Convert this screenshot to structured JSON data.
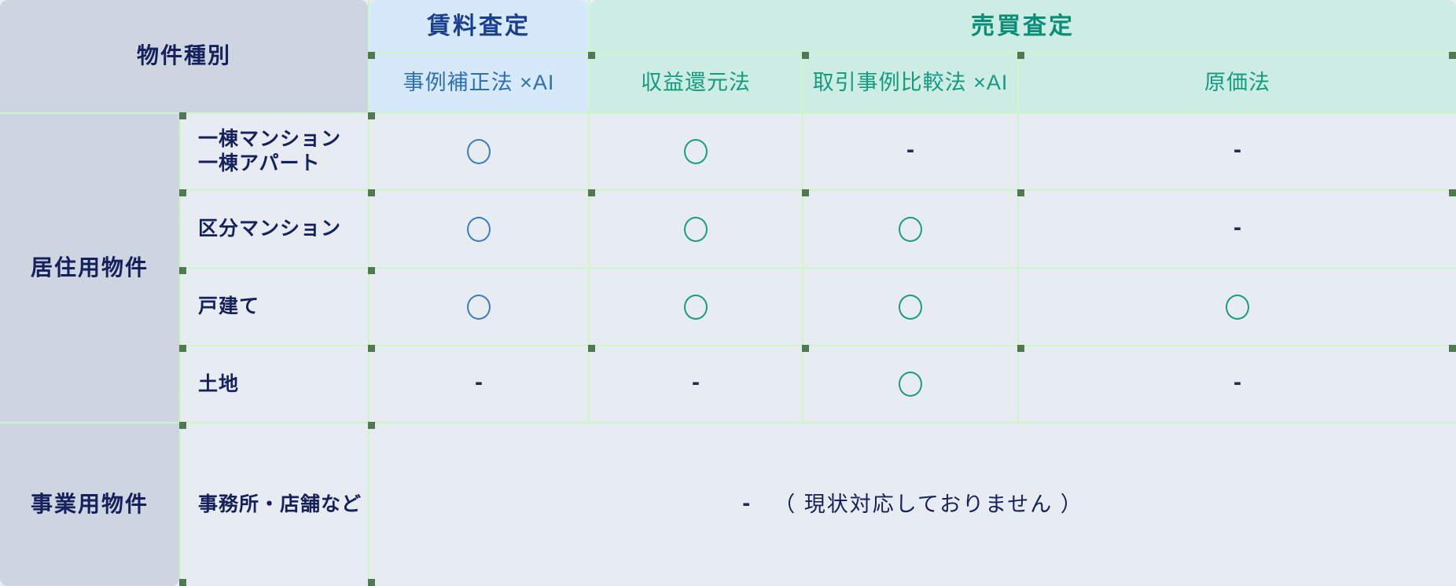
{
  "colors": {
    "page_bg": "#eaeff5",
    "group_header_gray": "#ccd5e0",
    "rent_blue_bg": "#d5e9fb",
    "sale_teal_bg": "#cdece4",
    "data_bg": "#e7ecf3",
    "grid_green": "#cdf7c2",
    "corner_dot": "#4f7a50",
    "navy_text": "#16205c",
    "rent_title": "#1a3f8f",
    "sale_title": "#0b8e78",
    "rent_sub": "#2f6fb5",
    "sale_sub": "#139b7f",
    "circle_blue": "#3a7ec0",
    "circle_teal": "#1a9d7c"
  },
  "header": {
    "corner_label": "物件種別",
    "groups": [
      {
        "label": "賃料査定",
        "span": 1,
        "theme": "rent"
      },
      {
        "label": "売買査定",
        "span": 3,
        "theme": "sale"
      }
    ],
    "methods": [
      {
        "label": "事例補正法 ×AI",
        "theme": "rent"
      },
      {
        "label": "収益還元法",
        "theme": "sale"
      },
      {
        "label": "取引事例比較法 ×AI",
        "theme": "sale"
      },
      {
        "label": "原価法",
        "theme": "sale"
      }
    ]
  },
  "row_groups": [
    {
      "label": "居住用物件",
      "rows": 4
    },
    {
      "label": "事業用物件",
      "rows": 1
    }
  ],
  "rows": [
    {
      "label_line1": "一棟マンション",
      "label_line2": "一棟アパート",
      "cells": [
        "circle-blue",
        "circle-teal",
        "dash",
        "dash"
      ]
    },
    {
      "label_line1": "区分マンション",
      "label_line2": "",
      "cells": [
        "circle-blue",
        "circle-teal",
        "circle-teal",
        "dash"
      ]
    },
    {
      "label_line1": "戸建て",
      "label_line2": "",
      "cells": [
        "circle-blue",
        "circle-teal",
        "circle-teal",
        "circle-teal"
      ]
    },
    {
      "label_line1": "土地",
      "label_line2": "",
      "cells": [
        "dash",
        "dash",
        "circle-teal",
        "dash"
      ]
    }
  ],
  "business_row": {
    "label": "事務所・店舗など",
    "mark": "-",
    "note": "（ 現状対応しておりません ）"
  },
  "marks": {
    "dash_glyph": "-",
    "circle_name": "circle-mark"
  }
}
